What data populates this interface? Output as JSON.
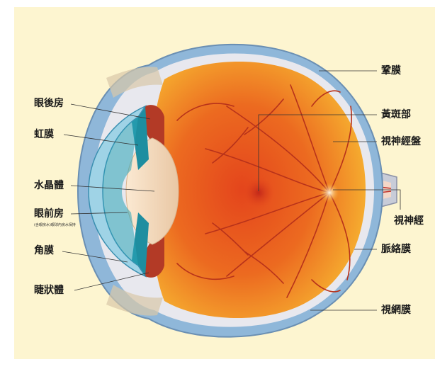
{
  "colors": {
    "background": "#fdf5d0",
    "sclera": "#8fb7d9",
    "choroid_ring": "#e8e8ee",
    "retina_outer": "#f4a02a",
    "retina_inner": "#e4451c",
    "vessels": "#b8321a",
    "macula": "#c2281a",
    "lens": "#f3dcc0",
    "cornea": "#9fd3e6",
    "iris": "#1e8ea0",
    "ciliary": "#b33a26"
  },
  "labels": {
    "sclera": "鞏膜",
    "macula": "黃斑部",
    "optic_disc": "視神經盤",
    "optic_nerve": "視神經",
    "choroid": "脈絡膜",
    "retina": "視網膜",
    "posterior_chamber": "眼後房",
    "iris": "虹膜",
    "lens": "水晶體",
    "anterior_chamber": "眼前房",
    "anterior_chamber_note": "(含眼房水)眼球內房水保持",
    "cornea": "角膜",
    "ciliary_body": "睫狀體"
  }
}
